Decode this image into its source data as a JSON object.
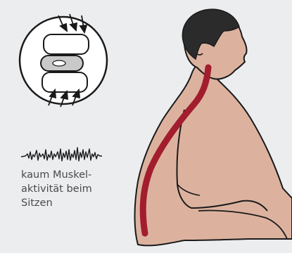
{
  "caption": {
    "lines": [
      "kaum Muskel-",
      "aktivität beim",
      "Sitzen"
    ]
  },
  "colors": {
    "background": "#ecedef",
    "skin": "#dcb29f",
    "hair": "#2b2b2b",
    "spine": "#a21d2e",
    "outline": "#1a1a1a",
    "disc_nucleus": "#c9c9c9"
  },
  "icons": [
    "spine-disc-compression-icon",
    "emg-signal-icon",
    "seated-person-illustration"
  ]
}
